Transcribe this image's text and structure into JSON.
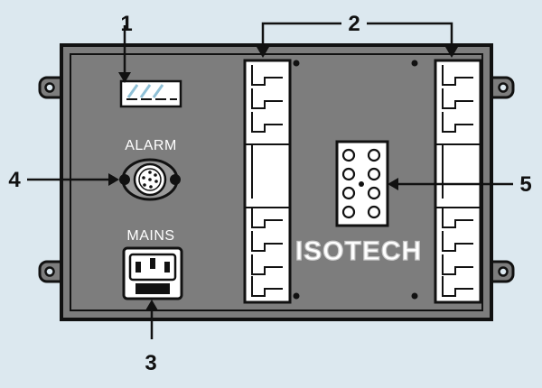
{
  "callouts": [
    {
      "number": "1",
      "target": "display-window"
    },
    {
      "number": "2",
      "target": "connector-strips"
    },
    {
      "number": "3",
      "target": "mains-socket"
    },
    {
      "number": "4",
      "target": "alarm-connector"
    },
    {
      "number": "5",
      "target": "pin-socket-block"
    }
  ],
  "labels": {
    "alarm": "ALARM",
    "mains": "MAINS"
  },
  "logo": "ISOTECH",
  "colors": {
    "background": "#dce8ef",
    "panel": "#7d7d7d",
    "outline": "#111111",
    "white": "#ffffff",
    "accent_glass": "#8fc0d6"
  }
}
